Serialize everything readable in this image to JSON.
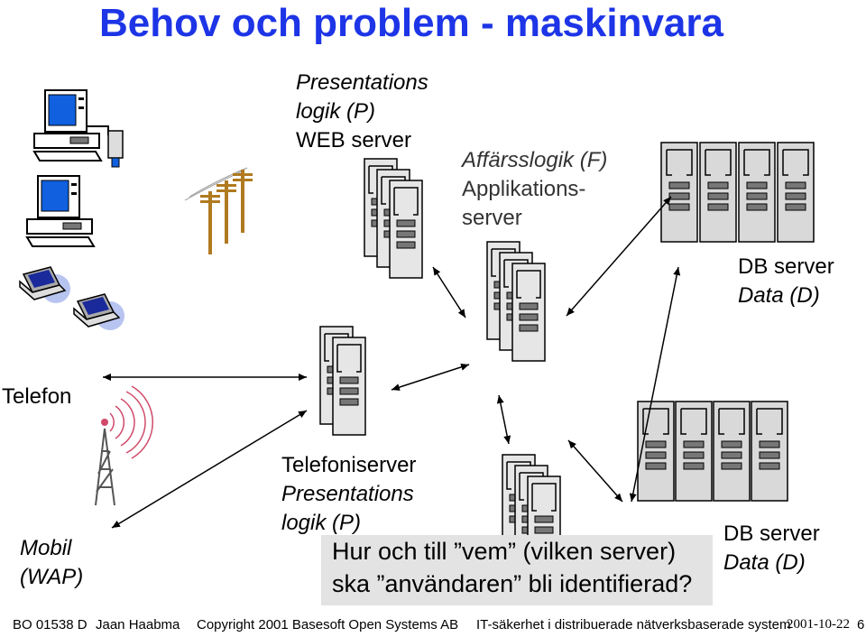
{
  "title": "Behov och problem - maskinvara",
  "labels": {
    "web_server": [
      "Presentations",
      "logik (P)",
      "WEB server"
    ],
    "app_server": [
      "Affärsslogik (F)",
      "Applikations-",
      "server"
    ],
    "db_server_top": [
      "DB server",
      "Data (D)"
    ],
    "telefon": "Telefon",
    "mobil": [
      "Mobil",
      "(WAP)"
    ],
    "telefoniserver": [
      "Telefoniserver",
      "Presentations",
      "logik (P)"
    ],
    "db_server_bottom": [
      "DB server",
      "Data (D)"
    ]
  },
  "callout": [
    "Hur och till ”vem” (vilken server)",
    "ska ”användaren” bli identifierad?"
  ],
  "footer": {
    "course": "BO 01538 D",
    "author": "Jaan Haabma",
    "copyright": "Copyright 2001 Basesoft Open Systems AB",
    "subject": "IT-säkerhet i distribuerade nätverksbaserade system",
    "date": "2001-10-22",
    "page": "6"
  },
  "colors": {
    "title": "#1d35e6",
    "server_fill": "#e6e6e6",
    "screen": "#1060e0",
    "pole": "#b07a20",
    "wave": "#d04a6a"
  }
}
